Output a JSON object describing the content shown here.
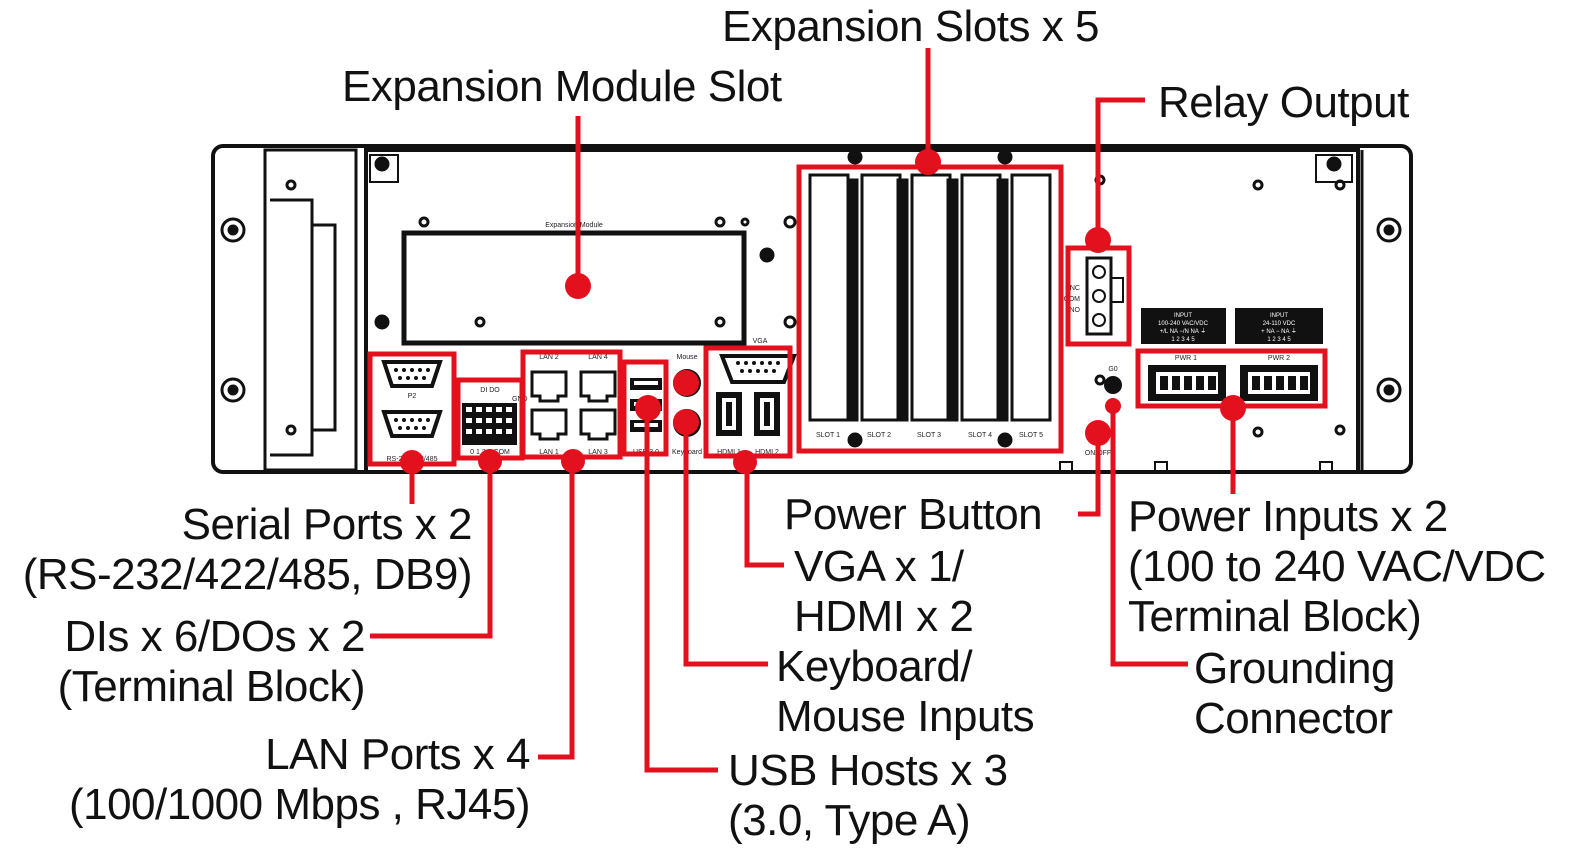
{
  "device": {
    "expansion_module_text": "Expansion Module",
    "vga_text": "VGA",
    "mouse_text": "Mouse",
    "keyboard_text": "Keyboard",
    "p2_text": "P2",
    "rs_text": "RS-232/422/485",
    "lan_top": [
      "LAN 2",
      "LAN 4"
    ],
    "lan_bottom": [
      "LAN 1",
      "LAN 3"
    ],
    "usb_text": "USB 3.0",
    "hdmi": [
      "HDMI 1",
      "HDMI 2"
    ],
    "slots": [
      "SLOT 1",
      "SLOT 2",
      "SLOT 3",
      "SLOT 4",
      "SLOT 5"
    ],
    "dio_top": "DI    DO",
    "dio_bottom": "0  1  2  3  COM",
    "gnd_text": "GND",
    "relay_pins": [
      "NC",
      "COM",
      "NO"
    ],
    "input1": {
      "title": "INPUT",
      "spec": "100-240 VAC/VDC",
      "pins": "+/L  NA  −/N  NA  ⏚",
      "nums": "1   2   3   4   5"
    },
    "input2": {
      "title": "INPUT",
      "spec": "24-110 VDC",
      "pins": "+   NA  −   NA  ⏚",
      "nums": "1   2   3   4   5"
    },
    "pwr": [
      "PWR 1",
      "PWR 2"
    ],
    "g0_text": "G0",
    "onoff_text": "ON/OFF"
  },
  "callouts": {
    "expansion_slots": "Expansion Slots x 5",
    "expansion_module_slot": "Expansion Module Slot",
    "relay_output": "Relay Output",
    "serial_ports": [
      "Serial Ports x 2",
      "(RS-232/422/485, DB9)"
    ],
    "dio": [
      "DIs x 6/DOs x 2",
      "(Terminal Block)"
    ],
    "lan_ports": [
      "LAN Ports x 4",
      "(100/1000 Mbps , RJ45)"
    ],
    "power_button": "Power Button",
    "vga_hdmi": [
      "VGA x 1/",
      "HDMI x 2"
    ],
    "keyboard_mouse": [
      "Keyboard/",
      "Mouse Inputs"
    ],
    "usb_hosts": [
      "USB Hosts x 3",
      "(3.0, Type A)"
    ],
    "power_inputs": [
      "Power Inputs x 2",
      "(100 to 240 VAC/VDC",
      "Terminal Block)"
    ],
    "grounding": [
      "Grounding",
      "Connector"
    ]
  },
  "colors": {
    "callout": "#e3101e",
    "outline": "#111111",
    "background": "#ffffff"
  }
}
